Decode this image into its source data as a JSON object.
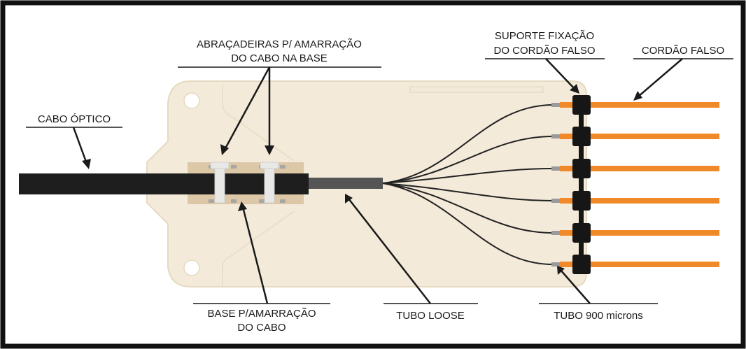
{
  "labels": {
    "clamps_line1": "ABRAÇADEIRAS P/ AMARRAÇÃO",
    "clamps_line2": "DO CABO NA BASE",
    "support_line1": "SUPORTE FIXAÇÃO",
    "support_line2": "DO CORDÃO FALSO",
    "pigtail": "CORDÃO FALSO",
    "optical_cable": "CABO ÓPTICO",
    "base_line1": "BASE P/AMARRAÇÃO",
    "base_line2": "DO CABO",
    "loose_tube": "TUBO LOOSE",
    "tube_900": "TUBO 900 microns"
  },
  "colors": {
    "base": "#f4ead9",
    "base_outline": "#e6d9c0",
    "clamp_pad": "#dcc7a6",
    "cable": "#1e1e1e",
    "loose_tube": "#555555",
    "pigtail": "#f0892a",
    "fiber": "#222222",
    "clamp": "#e8e8e6"
  }
}
